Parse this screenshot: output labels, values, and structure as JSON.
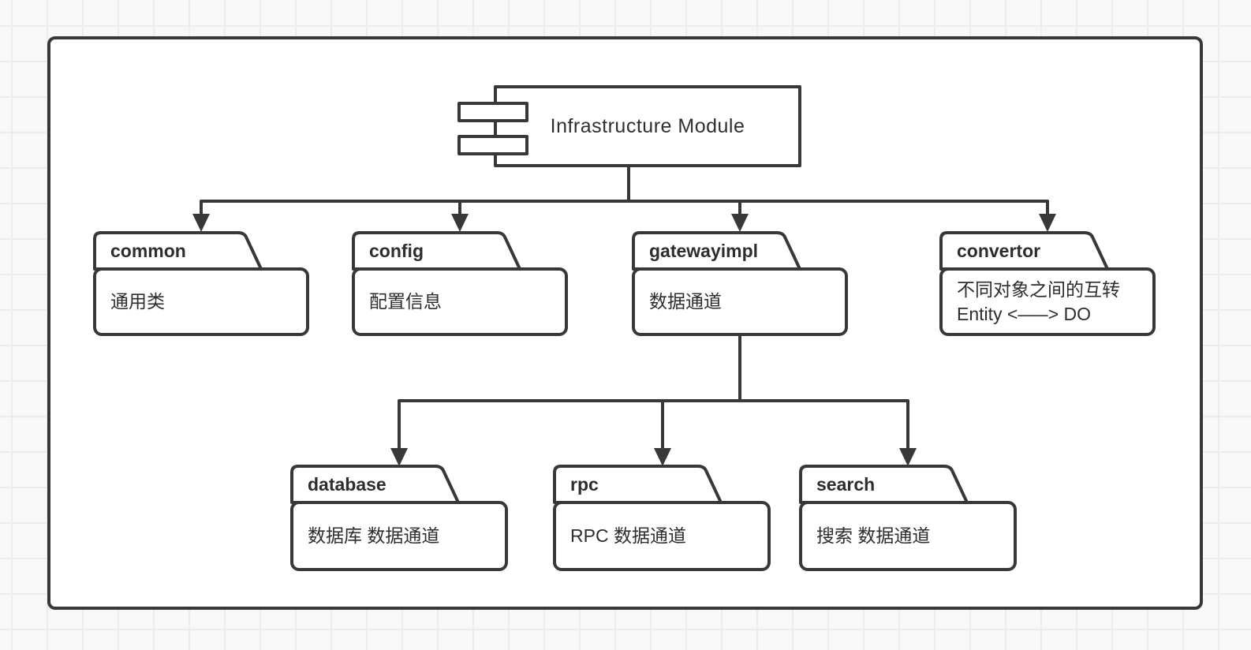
{
  "colors": {
    "stroke": "#383838",
    "text": "#2d2d2d",
    "canvas_bg": "#ffffff",
    "page_bg": "#f8f8f8",
    "grid_line": "#ececec"
  },
  "root_component": {
    "title": "Infrastructure Module",
    "icon": "uml-component-icon"
  },
  "packages": {
    "common": {
      "name": "common",
      "desc": "通用类"
    },
    "config": {
      "name": "config",
      "desc": "配置信息"
    },
    "gatewayimpl": {
      "name": "gatewayimpl",
      "desc": "数据通道"
    },
    "convertor": {
      "name": "convertor",
      "desc_line1": "不同对象之间的互转",
      "desc_line2": "Entity <–––> DO"
    },
    "database": {
      "name": "database",
      "desc": "数据库 数据通道"
    },
    "rpc": {
      "name": "rpc",
      "desc": "RPC 数据通道"
    },
    "search": {
      "name": "search",
      "desc": "搜索 数据通道"
    }
  },
  "edges": [
    {
      "from": "Infrastructure Module",
      "to": "common"
    },
    {
      "from": "Infrastructure Module",
      "to": "config"
    },
    {
      "from": "Infrastructure Module",
      "to": "gatewayimpl"
    },
    {
      "from": "Infrastructure Module",
      "to": "convertor"
    },
    {
      "from": "gatewayimpl",
      "to": "database"
    },
    {
      "from": "gatewayimpl",
      "to": "rpc"
    },
    {
      "from": "gatewayimpl",
      "to": "search"
    }
  ]
}
